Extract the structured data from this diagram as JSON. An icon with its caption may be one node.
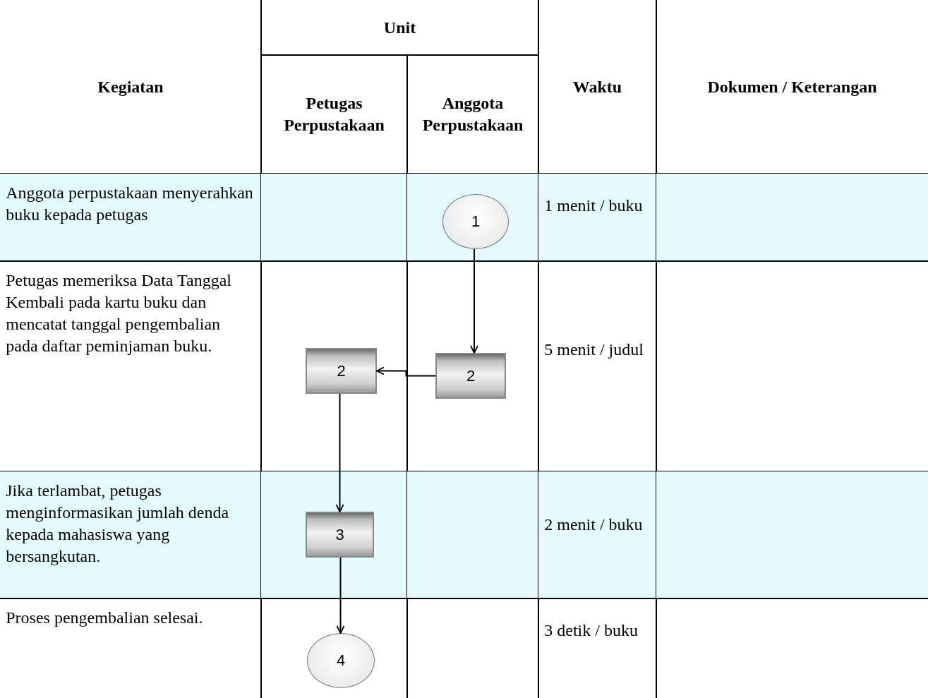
{
  "diagram": {
    "nodes": [
      {
        "text": [
          "1"
        ]
      },
      {
        "text": [
          "2"
        ]
      },
      {
        "text": [
          "2"
        ]
      },
      {
        "text": [
          "3"
        ]
      },
      {
        "text": [
          "4"
        ]
      }
    ],
    "edges": [
      {
        "from": 0,
        "to": 2,
        "arrow": "to"
      },
      {
        "from": 2,
        "to": 1,
        "arrow": "to"
      },
      {
        "from": 1,
        "to": 3,
        "arrow": "to"
      },
      {
        "from": 3,
        "to": 4,
        "arrow": "to"
      }
    ],
    "labels": [
      "Kegiatan",
      "Unit",
      "Waktu",
      "Dokumen / Keterangan",
      "Petugas Perpustakaan",
      "Anggota Perpustakaan",
      "Anggota perpustakaan menyerahkan buku kepada petugas",
      "1 menit / buku",
      "Petugas memeriksa Data Tanggal Kembali pada kartu buku dan mencatat tanggal pengembalian pada daftar peminjaman buku.",
      "5 menit / judul",
      "Jika terlambat, petugas menginformasikan jumlah denda kepada mahasiswa yang bersangkutan.",
      "2 menit / buku",
      "Proses pengembalian selesai.",
      "3 detik / buku"
    ]
  }
}
